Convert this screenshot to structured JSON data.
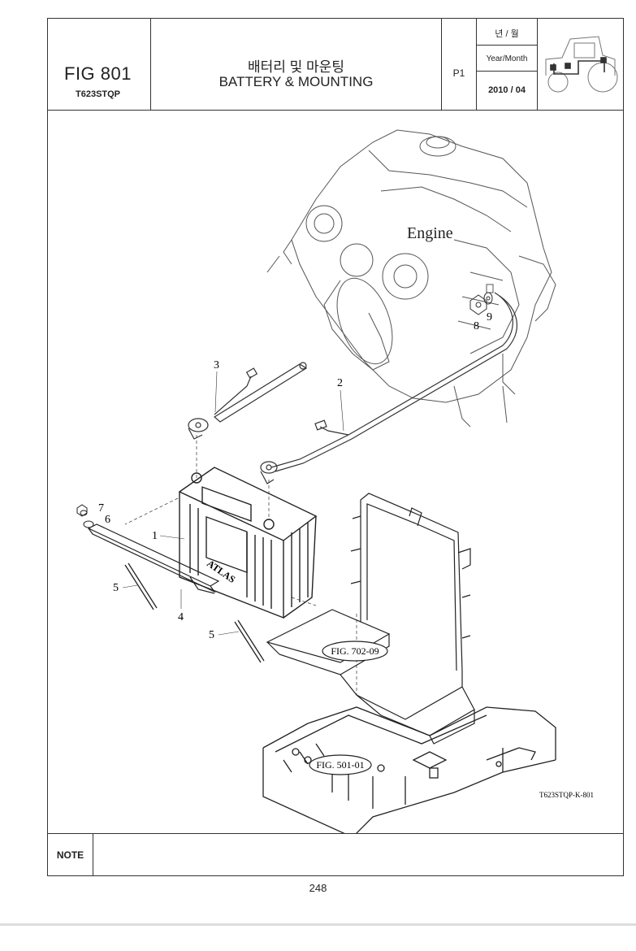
{
  "header": {
    "fig_number": "FIG 801",
    "model": "T623STQP",
    "title_korean": "배터리 및 마운팅",
    "title_english": "BATTERY & MOUNTING",
    "page_label": "P1",
    "date_label_korean": "년 / 월",
    "date_label_english": "Year/Month",
    "date_value": "2010 / 04"
  },
  "drawing": {
    "engine_label": "Engine",
    "callouts": [
      "1",
      "2",
      "3",
      "4",
      "5",
      "5",
      "6",
      "7",
      "8",
      "9"
    ],
    "ref_fig_702": "FIG. 702-09",
    "ref_fig_501": "FIG. 501-01",
    "battery_brand": "ATLAS",
    "drawing_code": "T623STQP-K-801"
  },
  "note_label": "NOTE",
  "page_number": "248"
}
